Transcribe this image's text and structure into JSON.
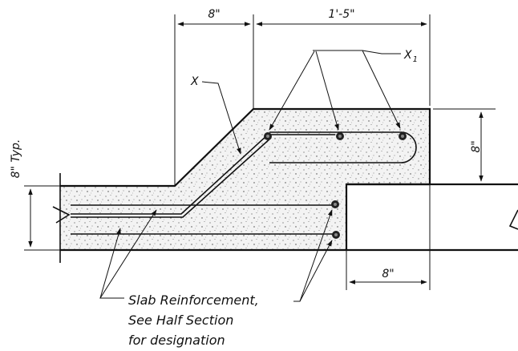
{
  "dimensions": {
    "top_left": "8\"",
    "top_right": "1'-5\"",
    "right_vertical": "8\"",
    "bottom_right": "8\"",
    "left_vertical": "8\" Typ."
  },
  "labels": {
    "x": "X",
    "x1_main": "X",
    "x1_sub": "1"
  },
  "note": {
    "line1": "Slab Reinforcement,",
    "line2": "See Half Section",
    "line3": "for designation"
  }
}
